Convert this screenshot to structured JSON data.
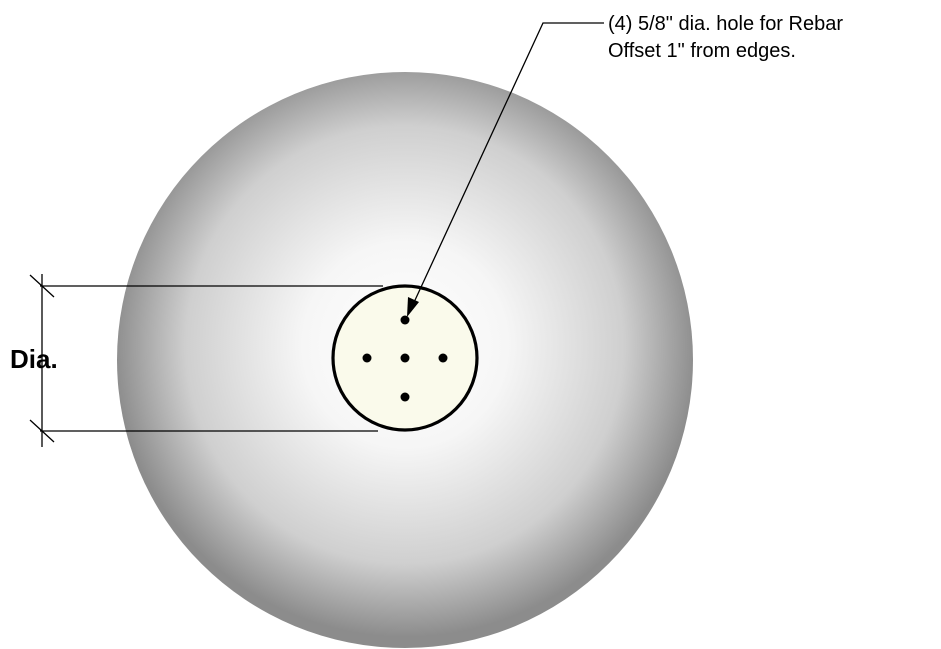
{
  "note": {
    "line1": "(4) 5/8\" dia. hole for Rebar",
    "line2": "Offset 1\" from edges."
  },
  "dimension": {
    "label": "Dia."
  },
  "colors": {
    "sphere_light": "#ffffff",
    "sphere_dark": "#8c8c8c",
    "core_fill": "#fafaeb",
    "line": "#000000"
  },
  "rebar_hole_count": 4
}
